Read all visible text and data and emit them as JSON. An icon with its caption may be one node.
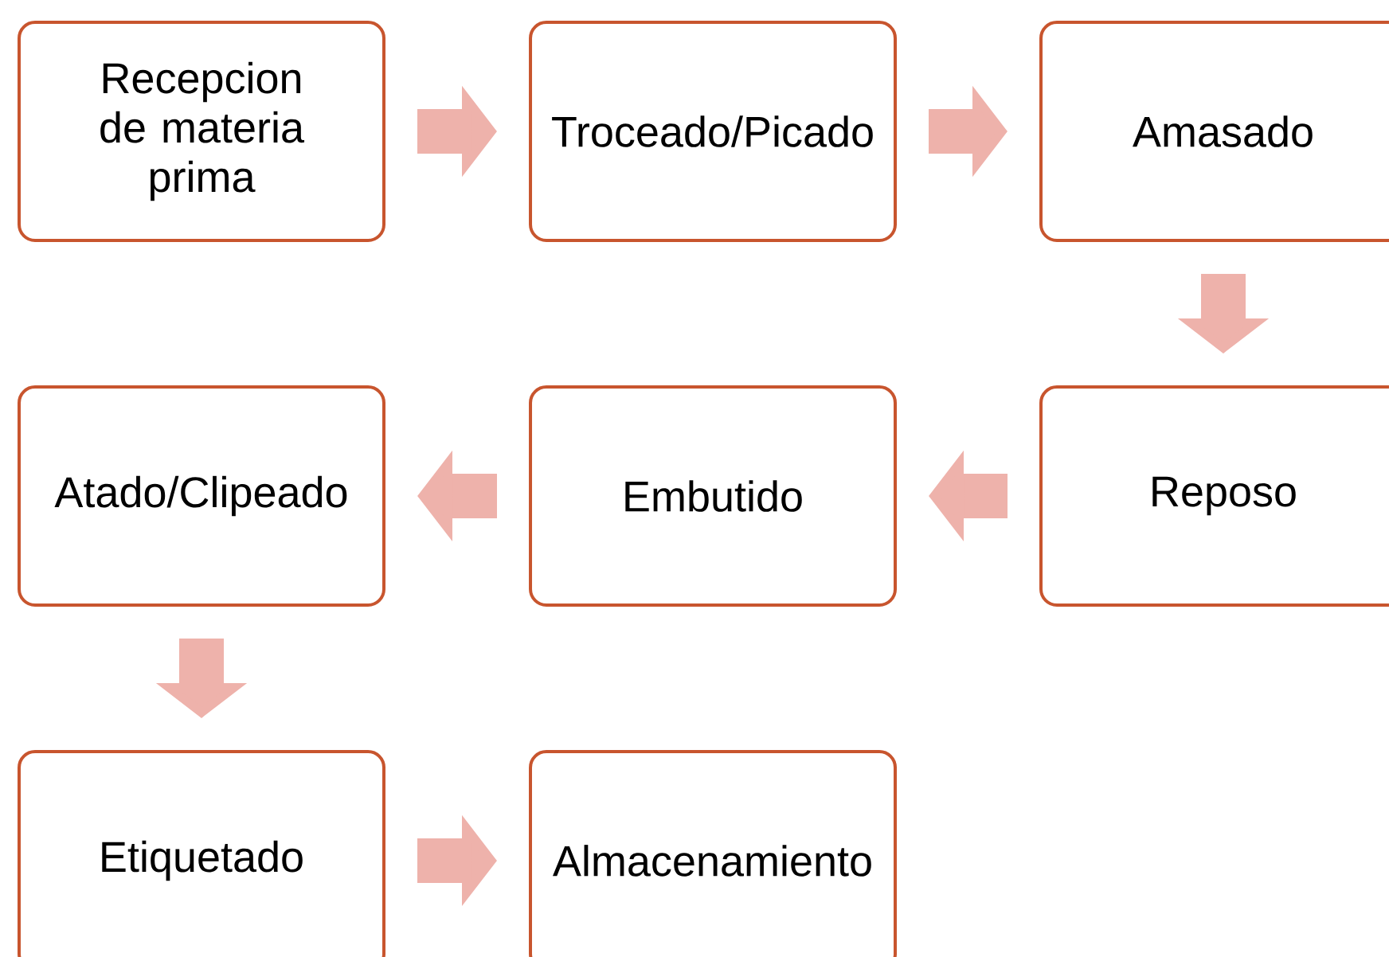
{
  "diagram": {
    "nodes": [
      {
        "text": [
          "Recepcion de materia prima"
        ]
      },
      {
        "text": [
          "Troceado/Picado"
        ]
      },
      {
        "text": [
          "Amasado"
        ]
      },
      {
        "text": [
          "Reposo"
        ]
      },
      {
        "text": [
          "Embutido"
        ]
      },
      {
        "text": [
          "Atado/Clipeado"
        ]
      },
      {
        "text": [
          "Etiquetado"
        ]
      },
      {
        "text": [
          "Almacenamiento"
        ]
      }
    ],
    "edges": [
      {
        "from": 0,
        "to": 1,
        "arrow": "to"
      },
      {
        "from": 1,
        "to": 2,
        "arrow": "to"
      },
      {
        "from": 2,
        "to": 3,
        "arrow": "to"
      },
      {
        "from": 3,
        "to": 4,
        "arrow": "to"
      },
      {
        "from": 4,
        "to": 5,
        "arrow": "to"
      },
      {
        "from": 5,
        "to": 6,
        "arrow": "to"
      },
      {
        "from": 6,
        "to": 7,
        "arrow": "to"
      }
    ]
  }
}
